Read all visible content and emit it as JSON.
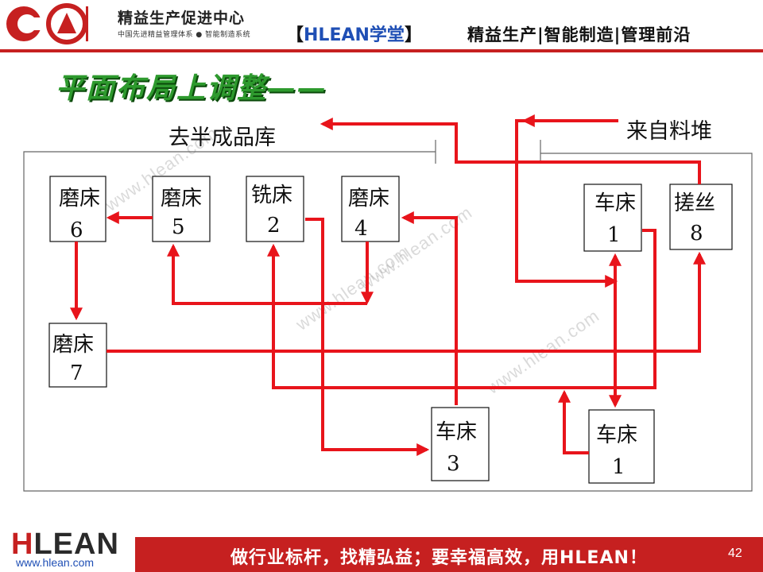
{
  "header": {
    "org_name": "精益生产促进中心",
    "org_subtitle": "中国先进精益管理体系 ● 智能制造系统",
    "brand_open": "【",
    "brand_main": "HLEAN",
    "brand_cn": "学堂",
    "brand_close": "】",
    "slogan": "精益生产|智能制造|管理前沿"
  },
  "title": "平面布局上调整——",
  "diagram": {
    "area_labels": {
      "output": "去半成品库",
      "input": "来自料堆"
    },
    "machines": [
      {
        "id": "m6",
        "name": "磨床",
        "number": "6"
      },
      {
        "id": "m5",
        "name": "磨床",
        "number": "5"
      },
      {
        "id": "x2",
        "name": "铣床",
        "number": "2"
      },
      {
        "id": "m4",
        "name": "磨床",
        "number": "4"
      },
      {
        "id": "c1a",
        "name": "车床",
        "number": "1"
      },
      {
        "id": "t8",
        "name": "搓丝",
        "number": "8"
      },
      {
        "id": "m7",
        "name": "磨床",
        "number": "7"
      },
      {
        "id": "c3",
        "name": "车床",
        "number": "3"
      },
      {
        "id": "c1b",
        "name": "车床",
        "number": "1"
      }
    ],
    "flow_color": "#e8141b"
  },
  "watermark": "www.hlean.com",
  "footer": {
    "logo_h": "H",
    "logo_rest": "LEAN",
    "url": "www.hlean.com",
    "slogan": "做行业标杆，找精弘益；要幸福高效，用HLEAN！",
    "page": "42"
  }
}
